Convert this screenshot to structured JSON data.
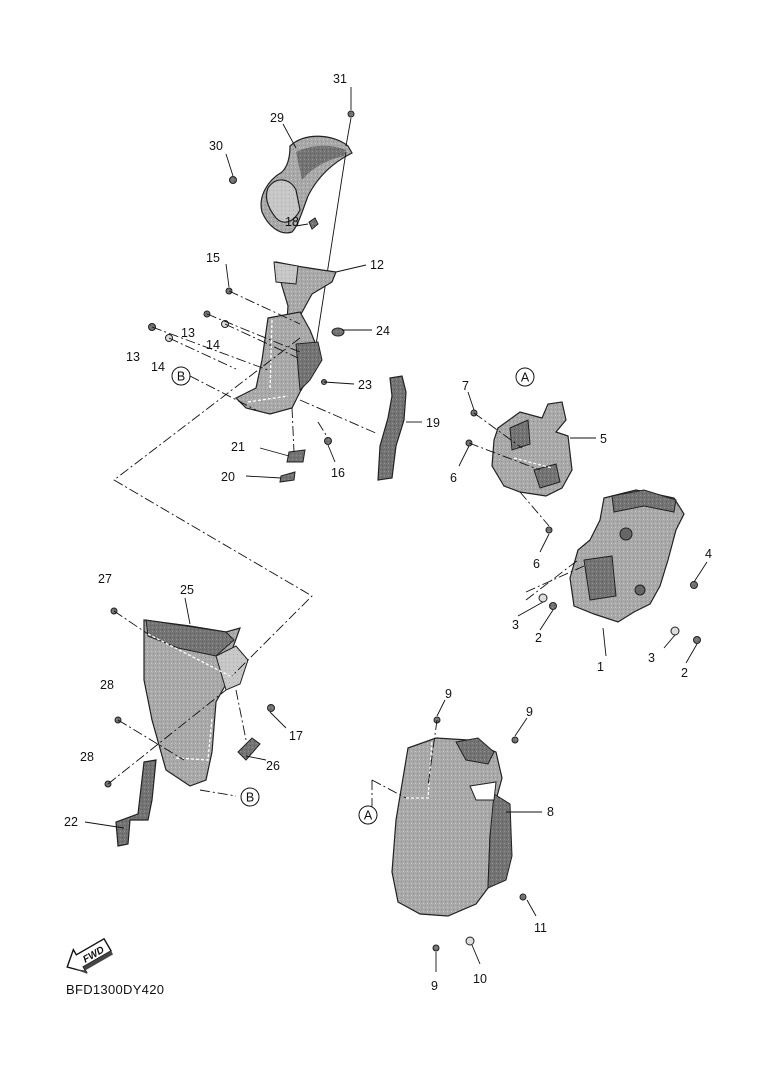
{
  "drawing_code": "BFD1300DY420",
  "direction_arrow": {
    "label": "FWD",
    "icon": "fwd-arrow-icon"
  },
  "reference_markers": [
    "A",
    "B"
  ],
  "callouts": [
    "1",
    "2",
    "3",
    "4",
    "5",
    "6",
    "7",
    "8",
    "9",
    "10",
    "11",
    "12",
    "13",
    "14",
    "15",
    "16",
    "17",
    "18",
    "19",
    "20",
    "21",
    "22",
    "23",
    "24",
    "25",
    "26",
    "27",
    "28",
    "29",
    "30",
    "31"
  ],
  "colors": {
    "line": "#111111",
    "part_fill": "#a6a6a6",
    "part_dark": "#6f6f6f",
    "background": "#ffffff"
  }
}
